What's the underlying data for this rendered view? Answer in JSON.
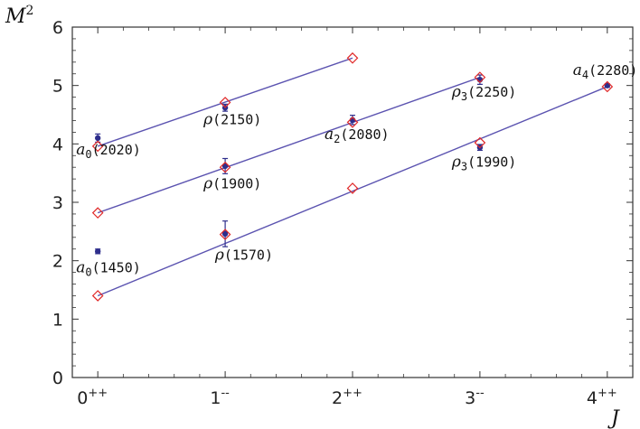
{
  "chart_data": {
    "type": "scatter",
    "xlabel": "J",
    "ylabel": "M2",
    "ylabel_main": "M",
    "ylabel_sup": "2",
    "ylim": [
      0,
      6
    ],
    "yticks": [
      0,
      1,
      2,
      3,
      4,
      5,
      6
    ],
    "xlim": [
      -0.2,
      4.2
    ],
    "categories": [
      {
        "x": 0,
        "base": "0",
        "sup": "++"
      },
      {
        "x": 1,
        "base": "1",
        "sup": "--"
      },
      {
        "x": 2,
        "base": "2",
        "sup": "++"
      },
      {
        "x": 3,
        "base": "3",
        "sup": "--"
      },
      {
        "x": 4,
        "base": "4",
        "sup": "++"
      }
    ],
    "lines": [
      {
        "x": [
          0,
          2
        ],
        "y": [
          3.96,
          5.47
        ]
      },
      {
        "x": [
          0,
          3
        ],
        "y": [
          2.82,
          5.14
        ]
      },
      {
        "x": [
          0,
          4
        ],
        "y": [
          1.4,
          4.98
        ]
      }
    ],
    "predicted": {
      "x": [
        0,
        1,
        2,
        0,
        1,
        2,
        3,
        0,
        1,
        2,
        3,
        4
      ],
      "y": [
        3.96,
        4.71,
        5.47,
        2.82,
        3.6,
        4.37,
        5.14,
        1.4,
        2.45,
        3.24,
        4.02,
        4.98
      ]
    },
    "measured": [
      {
        "x": 0,
        "y": 4.1,
        "err": 0.07
      },
      {
        "x": 1,
        "y": 4.62,
        "err": 0.06
      },
      {
        "x": 2,
        "y": 4.41,
        "err": 0.08
      },
      {
        "x": 3,
        "y": 5.1,
        "err": 0.08
      },
      {
        "x": 4,
        "y": 5.0,
        "err": 0.03
      },
      {
        "x": 0,
        "y": 2.16,
        "err": 0.04
      },
      {
        "x": 1,
        "y": 3.62,
        "err": 0.13
      },
      {
        "x": 1,
        "y": 2.46,
        "err": 0.22
      },
      {
        "x": 3,
        "y": 3.94,
        "err": 0.05
      }
    ],
    "annotations": [
      {
        "sym": "a",
        "sub": "0",
        "mass": "(2020)",
        "x": -0.17,
        "y": 3.82
      },
      {
        "sym": "ρ",
        "sub": "",
        "mass": "(2150)",
        "x": 0.83,
        "y": 4.34
      },
      {
        "sym": "a",
        "sub": "2",
        "mass": "(2080)",
        "x": 1.78,
        "y": 4.08
      },
      {
        "sym": "ρ",
        "sub": "3",
        "mass": "(2250)",
        "x": 2.78,
        "y": 4.81
      },
      {
        "sym": "a",
        "sub": "4",
        "mass": "(2280)",
        "x": 3.73,
        "y": 5.18
      },
      {
        "sym": "ρ",
        "sub": "",
        "mass": "(1900)",
        "x": 0.83,
        "y": 3.24
      },
      {
        "sym": "ρ",
        "sub": "3",
        "mass": "(1990)",
        "x": 2.78,
        "y": 3.61
      },
      {
        "sym": "a",
        "sub": "0",
        "mass": "(1450)",
        "x": -0.17,
        "y": 1.8
      },
      {
        "sym": "ρ",
        "sub": "",
        "mass": "(1570)",
        "x": 0.92,
        "y": 2.02
      }
    ],
    "colors": {
      "line": "#5b53b0",
      "predicted": "#e02828",
      "measured": "#2e2e8c",
      "axis": "#333333"
    }
  }
}
